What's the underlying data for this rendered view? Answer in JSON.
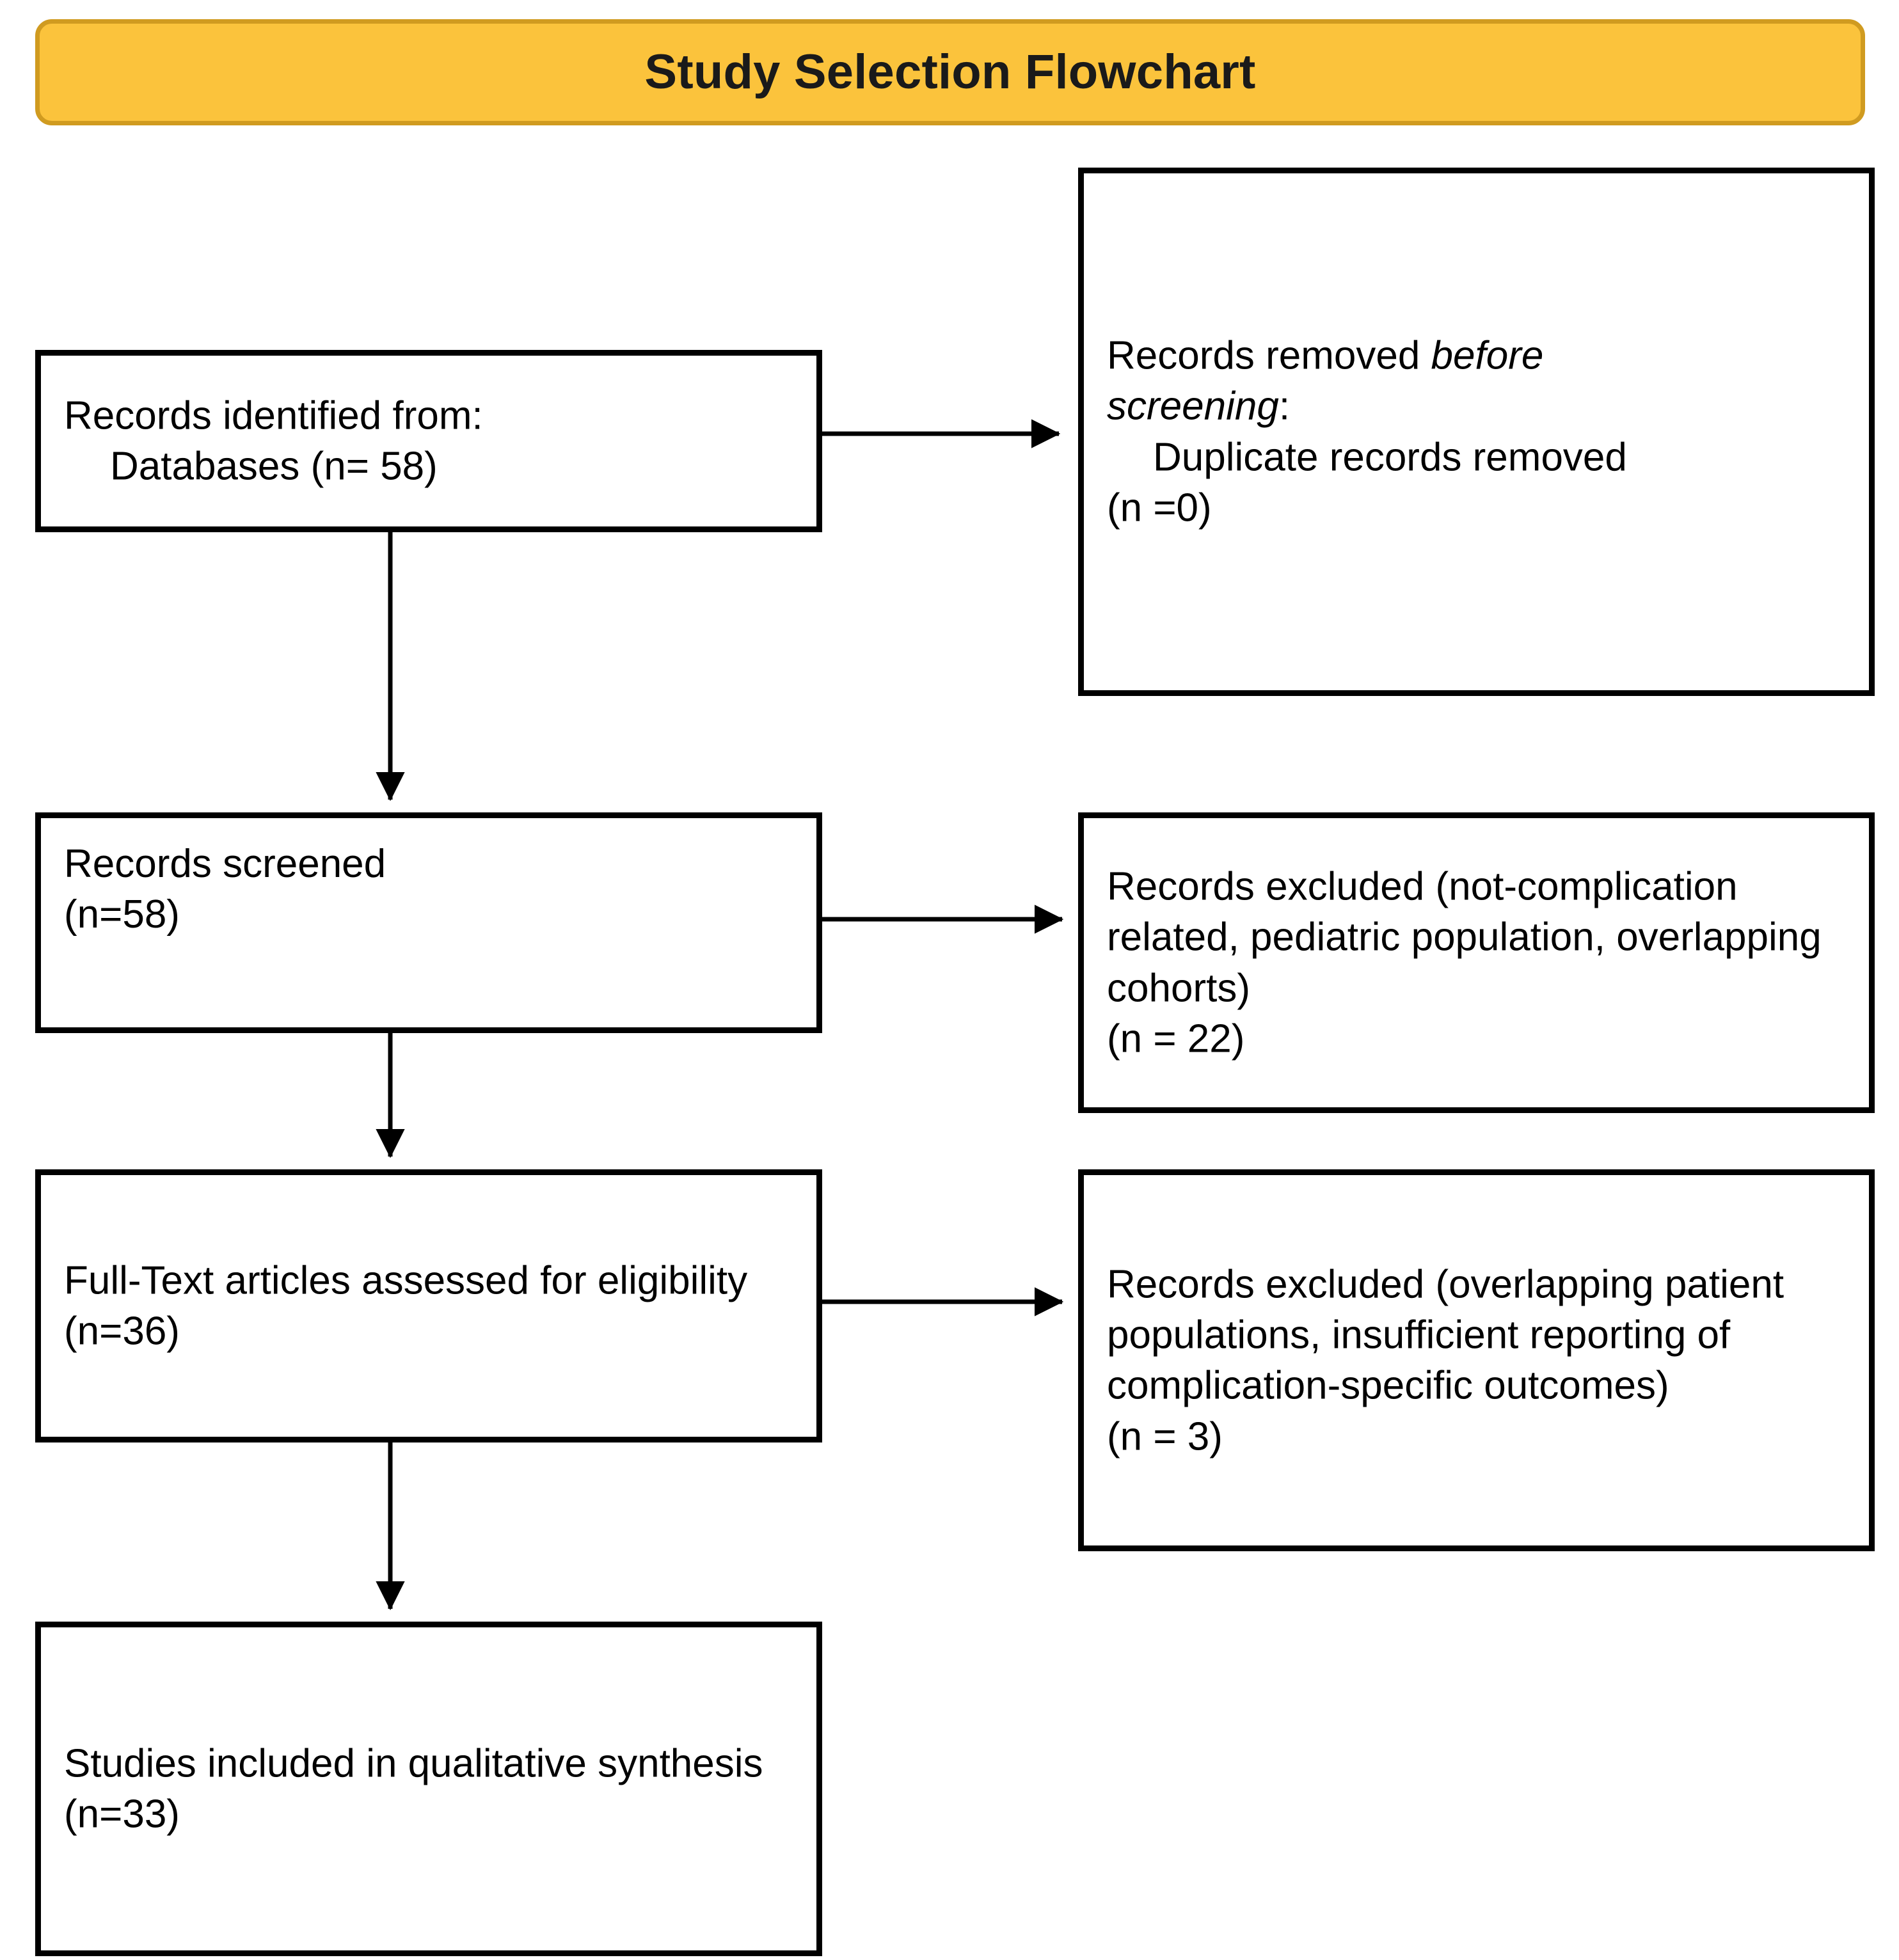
{
  "header": {
    "title": "Study Selection Flowchart",
    "fill_color": "#FBC33C",
    "border_color": "#D09B20"
  },
  "boxes": {
    "identification": {
      "line1": "Records identified from:",
      "line2": "Databases (n= 58)"
    },
    "removed_before_screening": {
      "line1_prefix": "Records removed ",
      "line1_italic": "before",
      "line2_italic": "screening",
      "line2_suffix": ":",
      "line3": "Duplicate records removed",
      "line4": "(n =0)"
    },
    "screened": {
      "line1": "Records screened",
      "line2": "(n=58)"
    },
    "excluded_screening": {
      "line1": "Records excluded (not-complication related, pediatric population, overlapping cohorts)",
      "line2": "(n = 22)"
    },
    "fulltext_assessed": {
      "line1": "Full-Text articles assessed for eligibility (n=36)"
    },
    "excluded_fulltext": {
      "line1": "Records excluded (overlapping patient populations, insufficient reporting of complication-specific outcomes)",
      "line2": "(n = 3)"
    },
    "included": {
      "line1": "Studies included in qualitative synthesis",
      "line2": "(n=33)"
    }
  },
  "chart_data": {
    "type": "diagram",
    "title": "Study Selection Flowchart",
    "diagram_kind": "prisma-flow",
    "nodes": [
      {
        "id": "identification",
        "label": "Records identified from: Databases (n= 58)",
        "n": 58,
        "column": "left",
        "row": 1
      },
      {
        "id": "removed_before_screening",
        "label": "Records removed before screening: Duplicate records removed (n =0)",
        "n": 0,
        "column": "right",
        "row": 1
      },
      {
        "id": "screened",
        "label": "Records screened (n=58)",
        "n": 58,
        "column": "left",
        "row": 2
      },
      {
        "id": "excluded_screening",
        "label": "Records excluded (not-complication related, pediatric population, overlapping cohorts) (n = 22)",
        "n": 22,
        "column": "right",
        "row": 2
      },
      {
        "id": "fulltext_assessed",
        "label": "Full-Text articles assessed for eligibility (n=36)",
        "n": 36,
        "column": "left",
        "row": 3
      },
      {
        "id": "excluded_fulltext",
        "label": "Records excluded (overlapping patient populations, insufficient reporting of complication-specific outcomes) (n = 3)",
        "n": 3,
        "column": "right",
        "row": 3
      },
      {
        "id": "included",
        "label": "Studies included in qualitative synthesis (n=33)",
        "n": 33,
        "column": "left",
        "row": 4
      }
    ],
    "edges": [
      {
        "from": "identification",
        "to": "removed_before_screening",
        "direction": "right"
      },
      {
        "from": "identification",
        "to": "screened",
        "direction": "down"
      },
      {
        "from": "screened",
        "to": "excluded_screening",
        "direction": "right"
      },
      {
        "from": "screened",
        "to": "fulltext_assessed",
        "direction": "down"
      },
      {
        "from": "fulltext_assessed",
        "to": "excluded_fulltext",
        "direction": "right"
      },
      {
        "from": "fulltext_assessed",
        "to": "included",
        "direction": "down"
      }
    ]
  }
}
